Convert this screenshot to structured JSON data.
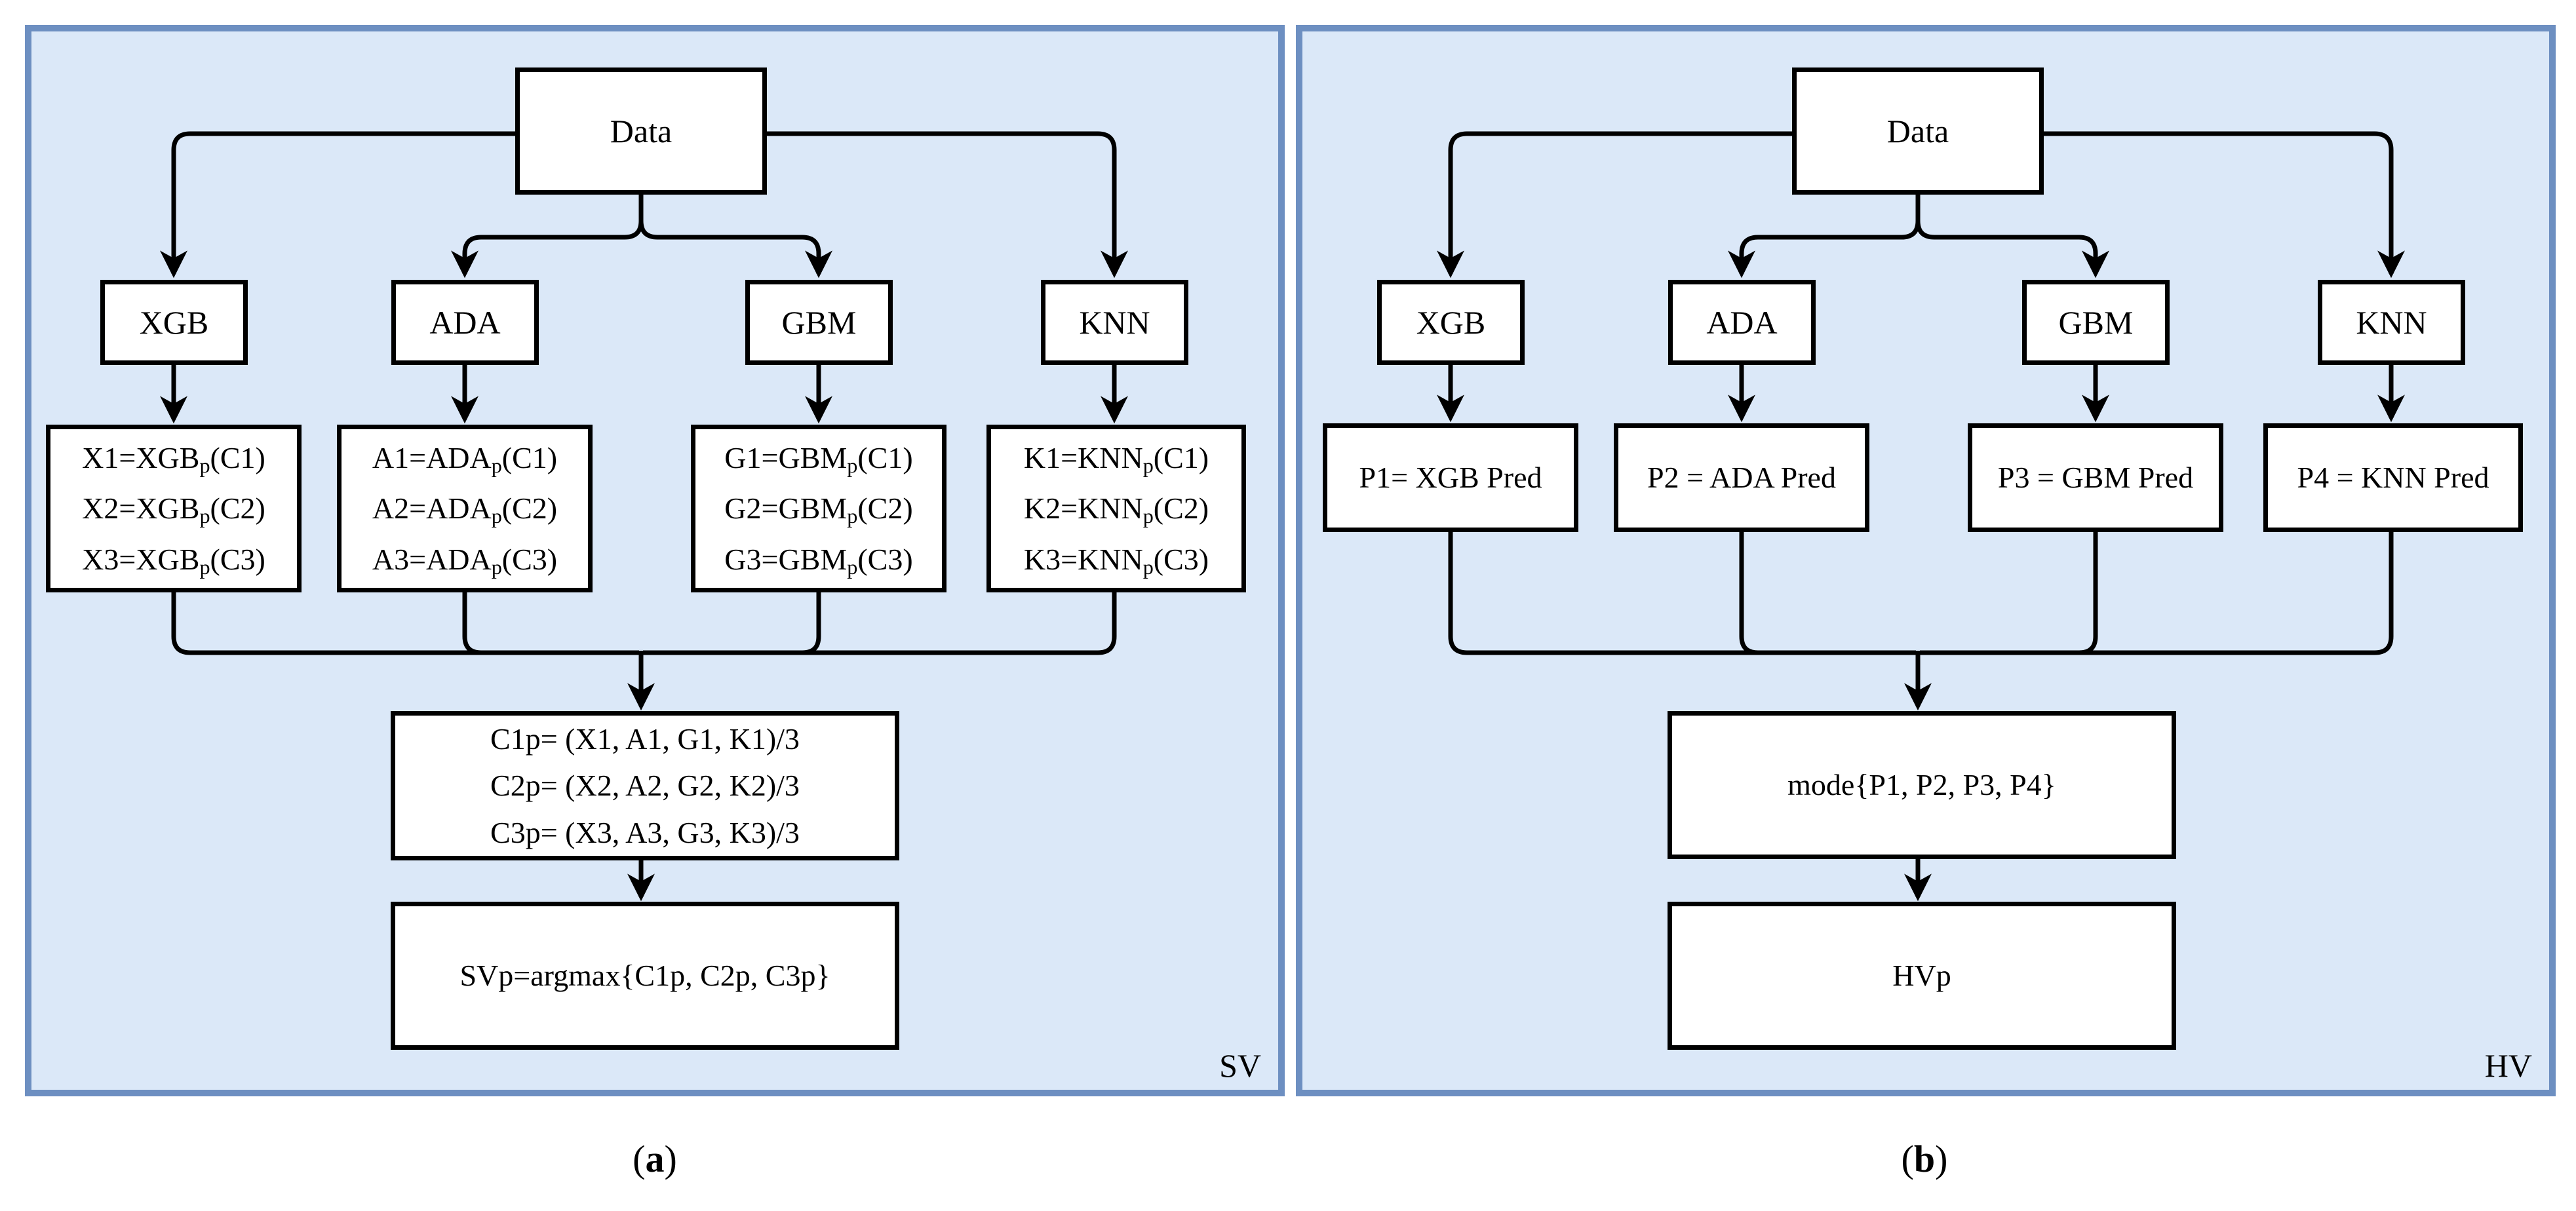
{
  "colors": {
    "panel_bg": "#dbe8f8",
    "panel_border": "#6d8fc1",
    "line": "#000000",
    "box_bg": "#ffffff"
  },
  "panel_a": {
    "corner_label": "SV",
    "caption": {
      "open": "(",
      "letter": "a",
      "close": ")"
    },
    "data_box": "Data",
    "models": [
      "XGB",
      "ADA",
      "GBM",
      "KNN"
    ],
    "pred_boxes": [
      {
        "lines": [
          {
            "pre": "X1=XGB",
            "sub": "p",
            "post": "(C1)"
          },
          {
            "pre": "X2=XGB",
            "sub": "p",
            "post": "(C2)"
          },
          {
            "pre": "X3=XGB",
            "sub": "p",
            "post": "(C3)"
          }
        ]
      },
      {
        "lines": [
          {
            "pre": "A1=ADA",
            "sub": "p",
            "post": "(C1)"
          },
          {
            "pre": "A2=ADA",
            "sub": "p",
            "post": "(C2)"
          },
          {
            "pre": "A3=ADA",
            "sub": "p",
            "post": "(C3)"
          }
        ]
      },
      {
        "lines": [
          {
            "pre": "G1=GBM",
            "sub": "p",
            "post": "(C1)"
          },
          {
            "pre": "G2=GBM",
            "sub": "p",
            "post": "(C2)"
          },
          {
            "pre": "G3=GBM",
            "sub": "p",
            "post": "(C3)"
          }
        ]
      },
      {
        "lines": [
          {
            "pre": "K1=KNN",
            "sub": "p",
            "post": "(C1)"
          },
          {
            "pre": "K2=KNN",
            "sub": "p",
            "post": "(C2)"
          },
          {
            "pre": "K3=KNN",
            "sub": "p",
            "post": "(C3)"
          }
        ]
      }
    ],
    "avg_box": {
      "lines": [
        "C1p= (X1, A1, G1, K1)/3",
        "C2p= (X2, A2, G2, K2)/3",
        "C3p= (X3, A3, G3, K3)/3"
      ]
    },
    "result_box": "SVp=argmax{C1p, C2p, C3p}"
  },
  "panel_b": {
    "corner_label": "HV",
    "caption": {
      "open": "(",
      "letter": "b",
      "close": ")"
    },
    "data_box": "Data",
    "models": [
      "XGB",
      "ADA",
      "GBM",
      "KNN"
    ],
    "pred_boxes": [
      "P1= XGB Pred",
      "P2 = ADA Pred",
      "P3 = GBM Pred",
      "P4 = KNN Pred"
    ],
    "mode_box": "mode{P1, P2, P3, P4}",
    "result_box": "HVp"
  }
}
